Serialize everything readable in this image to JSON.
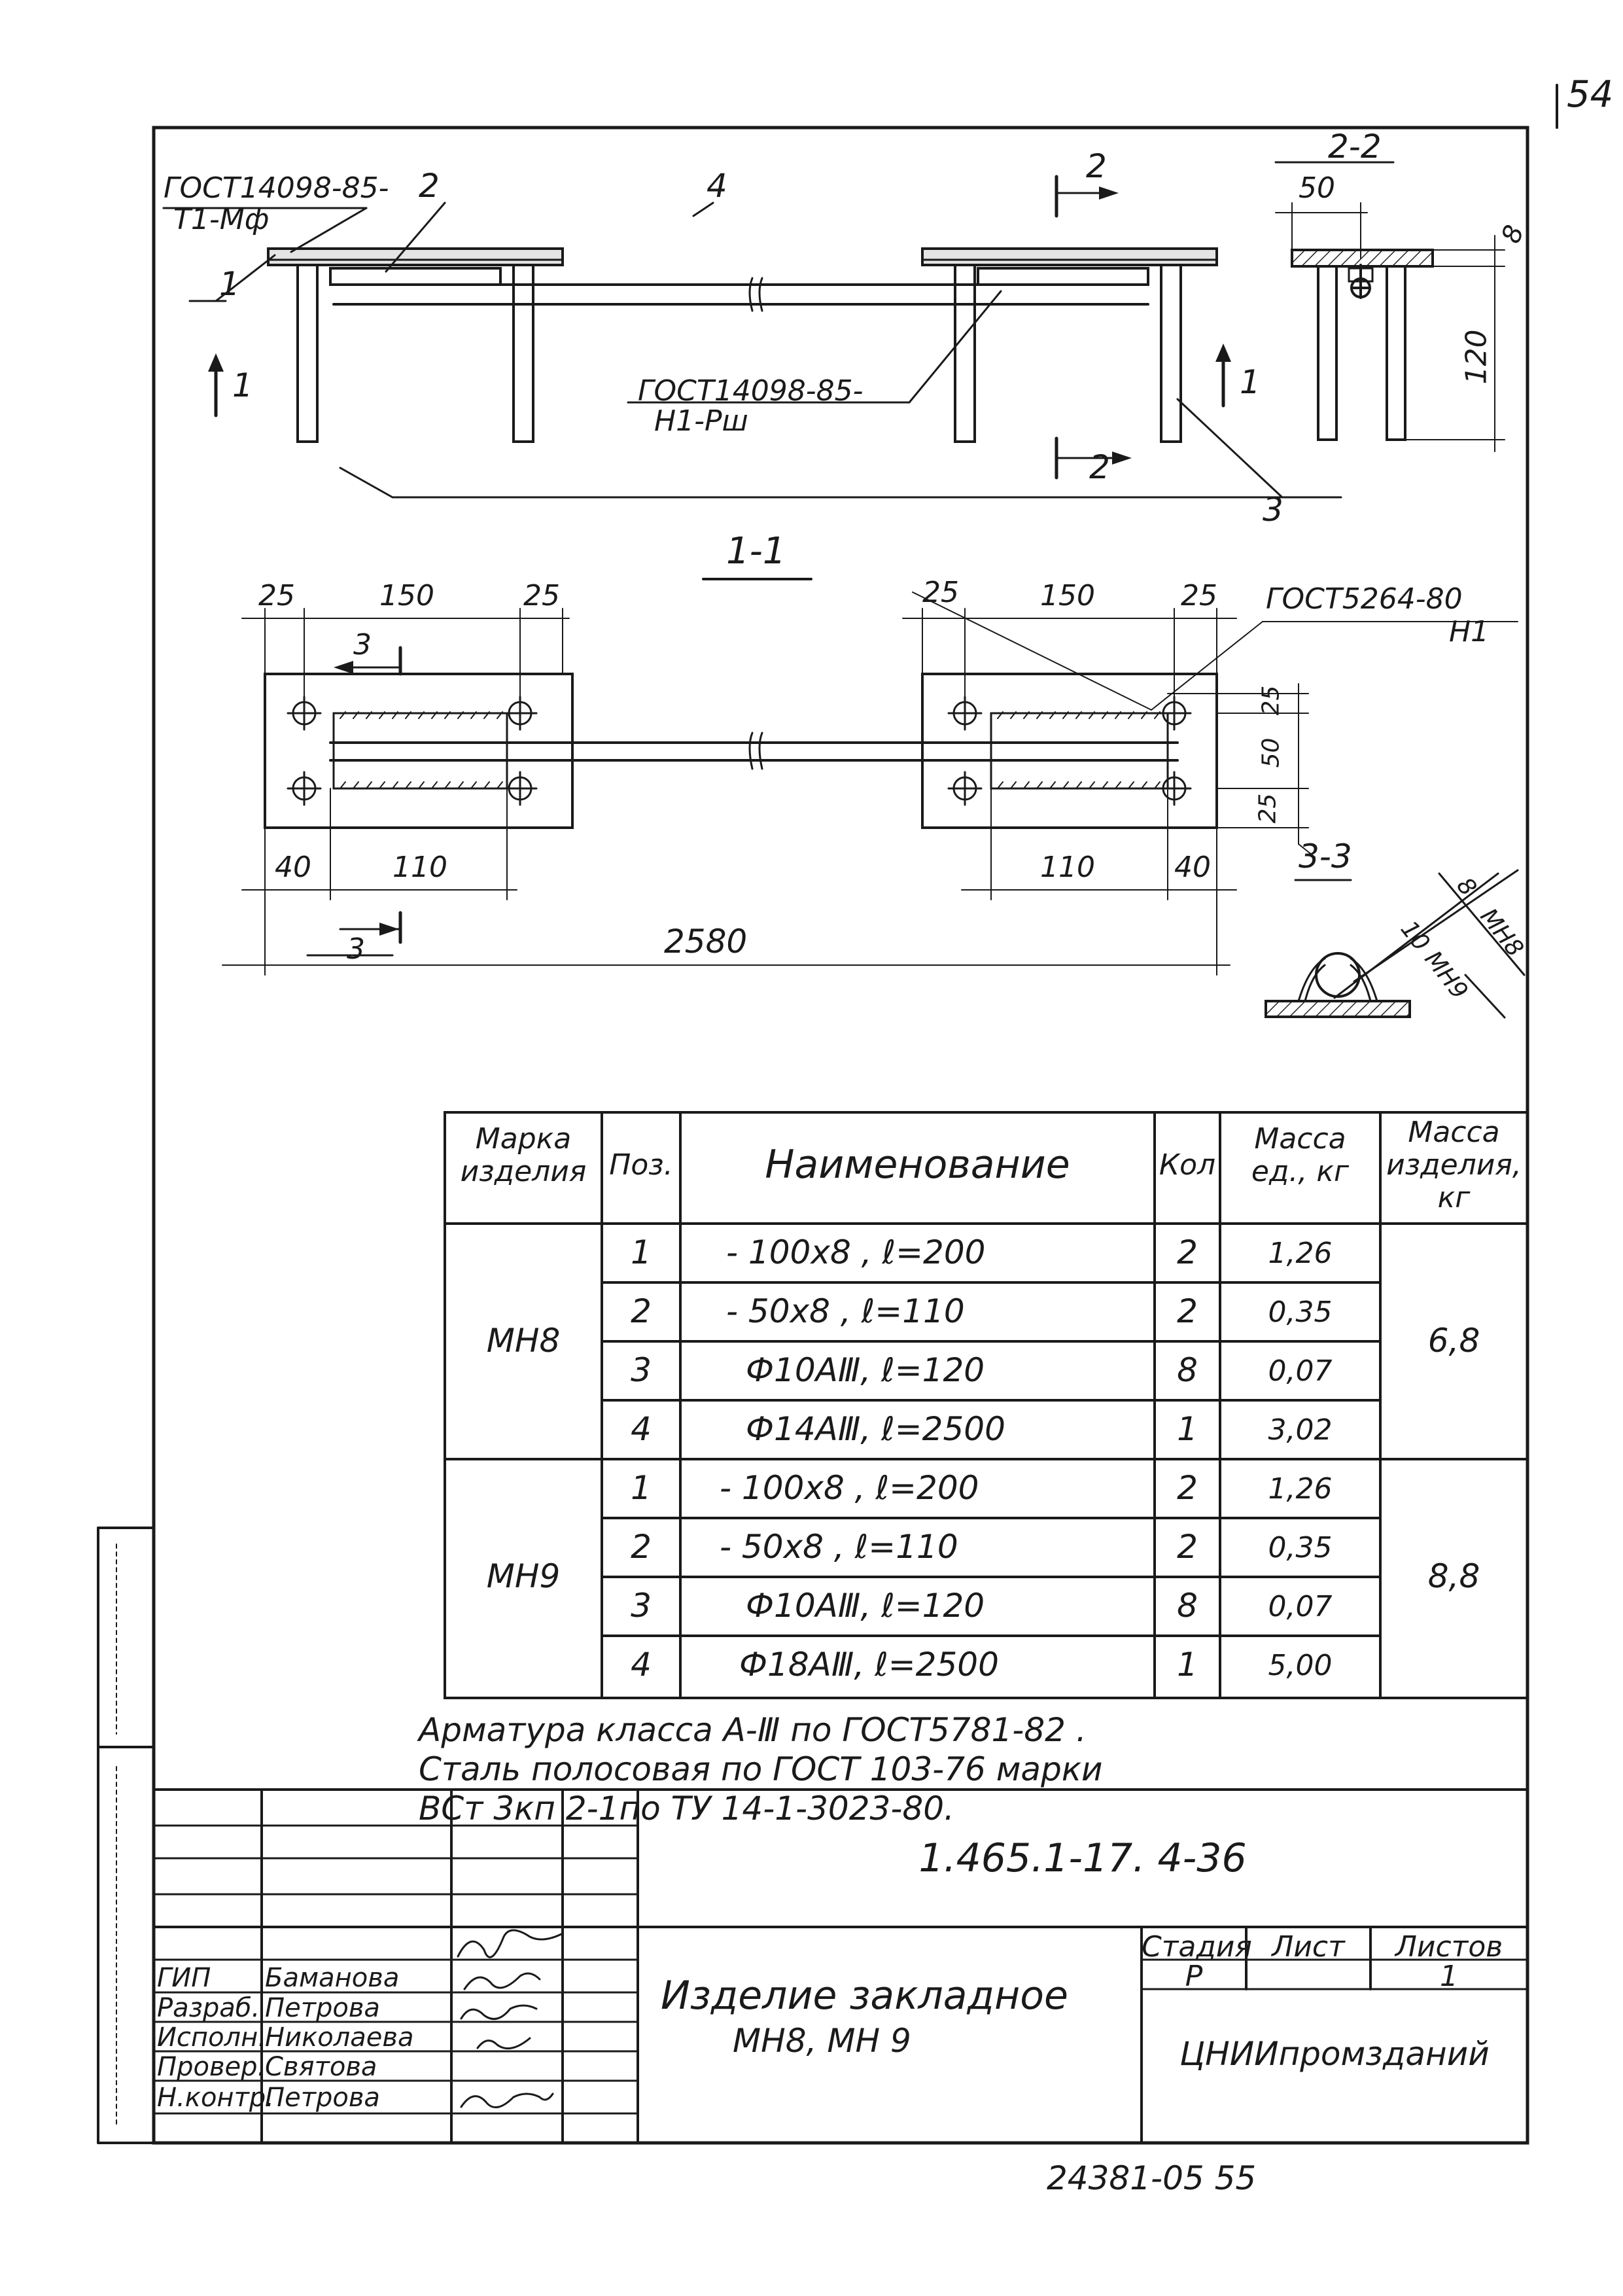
{
  "sheet_corner_number": "54",
  "views": {
    "section_2_2": "2-2",
    "section_1_1": "1-1",
    "section_3_3": "3-3",
    "cut_marks": {
      "one": "1",
      "two": "2",
      "three": "3"
    }
  },
  "callouts": {
    "pos1": "1",
    "pos2": "2",
    "pos3": "3",
    "pos4": "4",
    "gost_t1_top": "ГОСТ14098-85-",
    "gost_t1_bottom": "Т1-Мф",
    "gost_h1_top": "ГОСТ14098-85-",
    "gost_h1_bottom": "Н1-Рш",
    "gost_5264_top": "ГОСТ5264-80",
    "gost_5264_bottom": "Н1"
  },
  "dimensions": {
    "left_d25a": "25",
    "left_d150": "150",
    "left_d25b": "25",
    "right_d25a": "25",
    "right_d150": "150",
    "right_d25b": "25",
    "v25a": "25",
    "v50": "50",
    "v25b": "25",
    "left_d40": "40",
    "left_d110": "110",
    "right_d110": "110",
    "right_d40": "40",
    "total_2580": "2580",
    "sec_d50": "50",
    "sec_d8": "8",
    "sec_d120": "120",
    "weld_8": "8",
    "weld_mh8": "МН8",
    "weld_10": "10",
    "weld_mh9": "МН9"
  },
  "spec_table": {
    "headers": {
      "mark": [
        "Марка",
        "изделия"
      ],
      "pos": "Поз.",
      "name": "Наименование",
      "qty": "Кол",
      "mass_unit": [
        "Масса",
        "ед., кг"
      ],
      "mass_item": [
        "Масса",
        "изделия,",
        "кг"
      ]
    },
    "groups": [
      {
        "mark": "МН8",
        "mass_item": "6,8",
        "rows": [
          {
            "pos": "1",
            "name": "- 100х8 ,   ℓ=200",
            "qty": "2",
            "mass": "1,26"
          },
          {
            "pos": "2",
            "name": "- 50х8 ,   ℓ=110",
            "qty": "2",
            "mass": "0,35"
          },
          {
            "pos": "3",
            "name": "Ф10АⅢ,    ℓ=120",
            "qty": "8",
            "mass": "0,07"
          },
          {
            "pos": "4",
            "name": "Ф14АⅢ,    ℓ=2500",
            "qty": "1",
            "mass": "3,02"
          }
        ]
      },
      {
        "mark": "МН9",
        "mass_item": "8,8",
        "rows": [
          {
            "pos": "1",
            "name": "- 100х8 ,    ℓ=200",
            "qty": "2",
            "mass": "1,26"
          },
          {
            "pos": "2",
            "name": "- 50х8 ,    ℓ=110",
            "qty": "2",
            "mass": "0,35"
          },
          {
            "pos": "3",
            "name": "Ф10АⅢ,    ℓ=120",
            "qty": "8",
            "mass": "0,07"
          },
          {
            "pos": "4",
            "name": "Ф18АⅢ,    ℓ=2500",
            "qty": "1",
            "mass": "5,00"
          }
        ]
      }
    ]
  },
  "notes": [
    "Арматура  класса  А-Ⅲ  по  ГОСТ5781-82 .",
    "Сталь  полосовая  по  ГОСТ 103-76   марки",
    "ВСт 3кп 2-1по ТУ 14-1-3023-80."
  ],
  "title_block": {
    "designation": "1.465.1-17. 4-36",
    "item_title_1": "Изделие  закладное",
    "item_title_2": "МН8,   МН 9",
    "stage_label": "Стадия",
    "sheet_label": "Лист",
    "sheets_label": "Листов",
    "stage": "Р",
    "sheets": "1",
    "organization": "ЦНИИпромзданий",
    "signatures": [
      {
        "role": "ГИП",
        "name": "Баманова"
      },
      {
        "role": "Разраб.",
        "name": "Петрова"
      },
      {
        "role": "Исполн.",
        "name": "Николаева"
      },
      {
        "role": "Провер.",
        "name": "Святова"
      },
      {
        "role": "Н.контр.",
        "name": "Петрова"
      }
    ]
  },
  "footer": {
    "inventory": "24381-05   55"
  }
}
